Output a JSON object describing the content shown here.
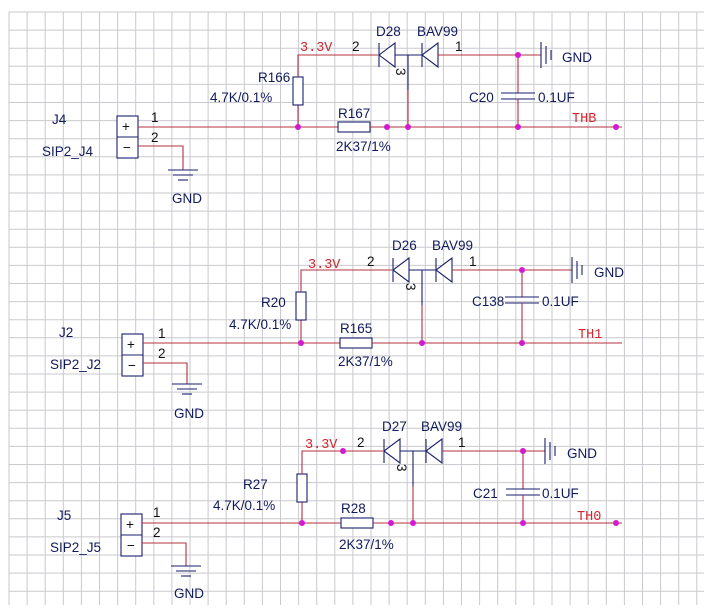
{
  "gnd_label": "GND",
  "stages": [
    {
      "connector": "J4",
      "connector_part": "SIP2_J4",
      "pin1": "1",
      "pin2": "2",
      "supply": "3.3V",
      "diode": "D28",
      "diode_part": "BAV99",
      "diode_pin2": "2",
      "diode_pin1": "1",
      "diode_pin3": "3",
      "pullup": "R166",
      "pullup_value": "4.7K/0.1%",
      "series": "R167",
      "series_value": "2K37/1%",
      "cap": "C20",
      "cap_value": "0.1UF",
      "net": "THB"
    },
    {
      "connector": "J2",
      "connector_part": "SIP2_J2",
      "pin1": "1",
      "pin2": "2",
      "supply": "3.3V",
      "diode": "D26",
      "diode_part": "BAV99",
      "diode_pin2": "2",
      "diode_pin1": "1",
      "diode_pin3": "3",
      "pullup": "R20",
      "pullup_value": "4.7K/0.1%",
      "series": "R165",
      "series_value": "2K37/1%",
      "cap": "C138",
      "cap_value": "0.1UF",
      "net": "TH1"
    },
    {
      "connector": "J5",
      "connector_part": "SIP2_J5",
      "pin1": "1",
      "pin2": "2",
      "supply": "3.3V",
      "diode": "D27",
      "diode_part": "BAV99",
      "diode_pin2": "2",
      "diode_pin1": "1",
      "diode_pin3": "3",
      "pullup": "R27",
      "pullup_value": "4.7K/0.1%",
      "series": "R28",
      "series_value": "2K37/1%",
      "cap": "C21",
      "cap_value": "0.1UF",
      "net": "TH0"
    }
  ]
}
